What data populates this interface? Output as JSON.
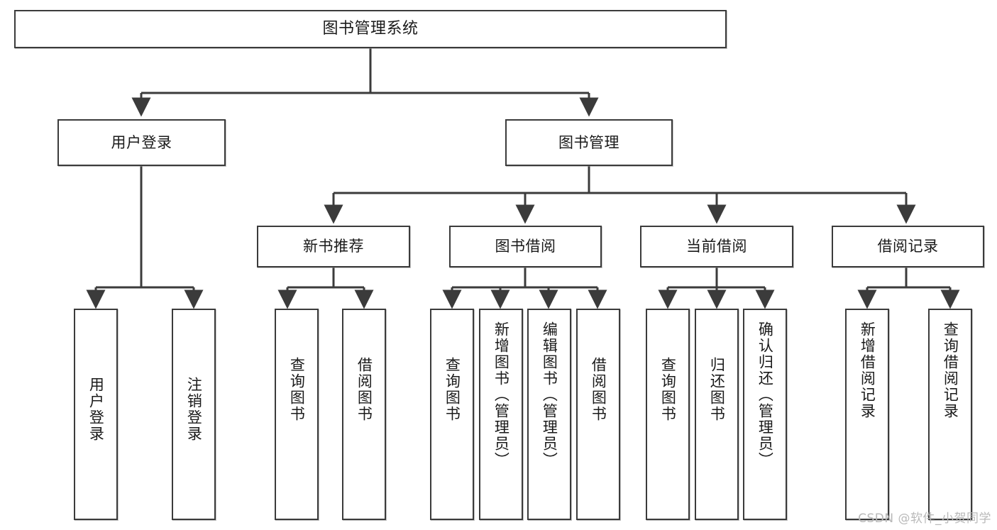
{
  "diagram": {
    "title": "图书管理系统",
    "type": "tree-hierarchy",
    "root": {
      "id": "root",
      "label": "图书管理系统"
    },
    "level1": [
      {
        "id": "user-login",
        "label": "用户登录"
      },
      {
        "id": "book-manage",
        "label": "图书管理"
      }
    ],
    "level2": [
      {
        "id": "new-book-recommend",
        "label": "新书推荐",
        "parent": "book-manage"
      },
      {
        "id": "book-borrow",
        "label": "图书借阅",
        "parent": "book-manage"
      },
      {
        "id": "current-borrow",
        "label": "当前借阅",
        "parent": "book-manage"
      },
      {
        "id": "borrow-record",
        "label": "借阅记录",
        "parent": "book-manage"
      }
    ],
    "leaves": {
      "user-login": [
        {
          "id": "leaf-user-login",
          "label": "用户登录"
        },
        {
          "id": "leaf-logout",
          "label": "注销登录"
        }
      ],
      "new-book-recommend": [
        {
          "id": "leaf-query-book-1",
          "label": "查询图书"
        },
        {
          "id": "leaf-borrow-book-1",
          "label": "借阅图书"
        }
      ],
      "book-borrow": [
        {
          "id": "leaf-query-book-2",
          "label": "查询图书"
        },
        {
          "id": "leaf-add-book",
          "label": "新增图书（管理员）"
        },
        {
          "id": "leaf-edit-book",
          "label": "编辑图书（管理员）"
        },
        {
          "id": "leaf-borrow-book-2",
          "label": "借阅图书"
        }
      ],
      "current-borrow": [
        {
          "id": "leaf-query-book-3",
          "label": "查询图书"
        },
        {
          "id": "leaf-return-book",
          "label": "归还图书"
        },
        {
          "id": "leaf-confirm-return",
          "label": "确认归还（管理员）"
        }
      ],
      "borrow-record": [
        {
          "id": "leaf-add-record",
          "label": "新增借阅记录"
        },
        {
          "id": "leaf-query-record",
          "label": "查询借阅记录"
        }
      ]
    }
  },
  "watermark": {
    "text": "CSDN @软件_小贺同学"
  },
  "colors": {
    "stroke": "#3b3b3b",
    "fill": "#ffffff",
    "text": "#1a1a1a",
    "watermark": "#b9b9b9"
  }
}
